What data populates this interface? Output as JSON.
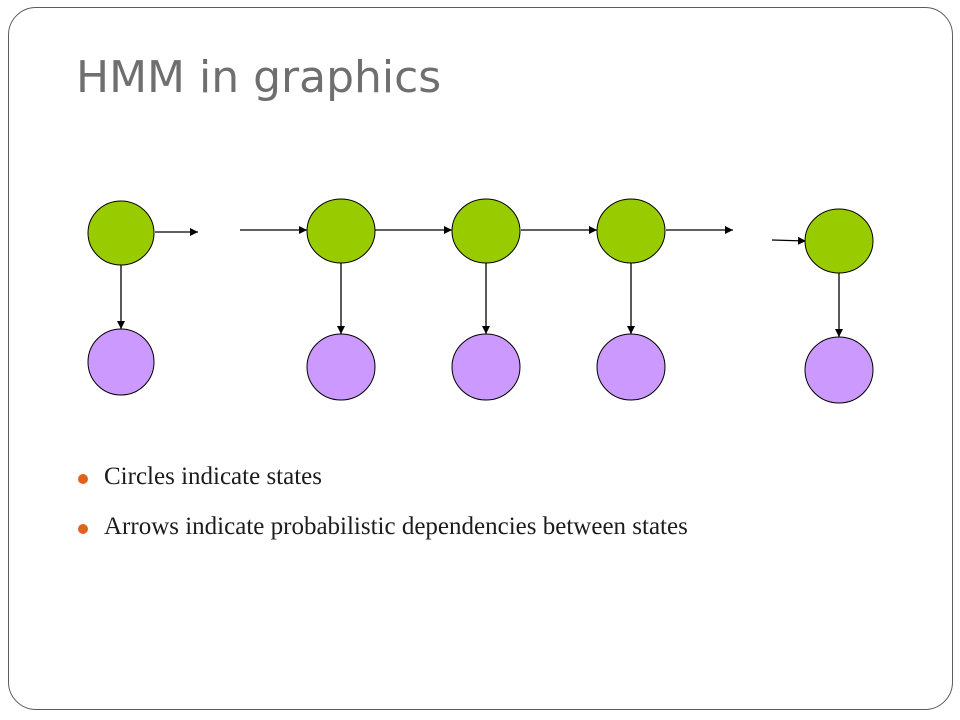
{
  "slide": {
    "title": "HMM in graphics",
    "bullets": [
      "Circles indicate states",
      "Arrows indicate probabilistic dependencies between states"
    ]
  },
  "colors": {
    "hidden_state_fill": "#99cc00",
    "observation_fill": "#cc99ff",
    "bullet_marker": "#e0621c",
    "title_text": "#6f6f6f",
    "outline": "#000000"
  },
  "diagram": {
    "hidden_states": 5,
    "observations": 5,
    "transitions": "left-to-right chain with a gap between the first and second state and before the last state",
    "emissions": "each hidden state points down to one observation"
  }
}
